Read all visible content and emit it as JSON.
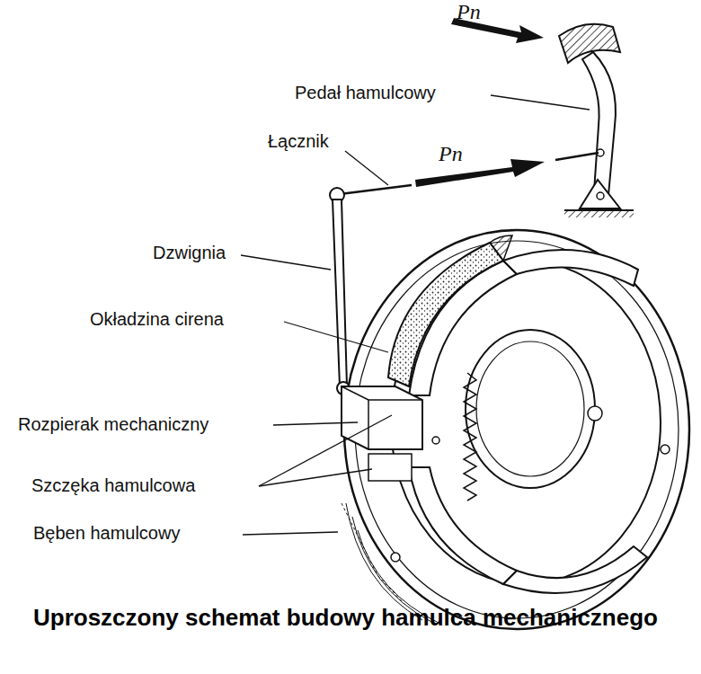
{
  "diagram": {
    "title": "Uproszczony schemat budowy hamulca mechanicznego",
    "labels": [
      "Pn",
      "Pedał hamulcowy",
      "Łącznik",
      "Pn",
      "Dzwignia",
      "Okładzina cirena",
      "Rozpierak mechaniczny",
      "Szczęka hamulcowa",
      "Bęben hamulcowy"
    ]
  }
}
